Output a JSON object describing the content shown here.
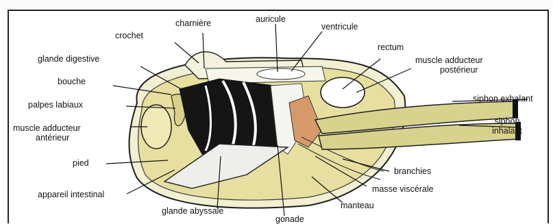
{
  "diagram": {
    "colors": {
      "mantle": "#e6df9f",
      "shell_outline": "#1e1e1e",
      "digestive": "#151515",
      "siphon": "#d8d28f",
      "gill_orange": "#d69a6a"
    },
    "labels": {
      "crochet": "crochet",
      "charniere": "charnière",
      "auricule": "auricule",
      "ventricule": "ventricule",
      "rectum": "rectum",
      "muscle_add_post_1": "muscle adducteur",
      "muscle_add_post_2": "postérieur",
      "glande_digestive": "glande digestive",
      "bouche": "bouche",
      "palpes_labiaux": "palpes labiaux",
      "muscle_add_ant_1": "muscle adducteur",
      "muscle_add_ant_2": "antérieur",
      "pied": "pied",
      "appareil_intestinal": "appareil intestinal",
      "glande_abyssale": "glande abyssale",
      "gonade": "gonade",
      "manteau": "manteau",
      "masse_viscerale": "masse viscérale",
      "branchies": "branchies",
      "siphon_exhalant": "siphon exhalant",
      "siphon_inhalant_1": "siphon",
      "siphon_inhalant_2": "inhalant"
    }
  }
}
